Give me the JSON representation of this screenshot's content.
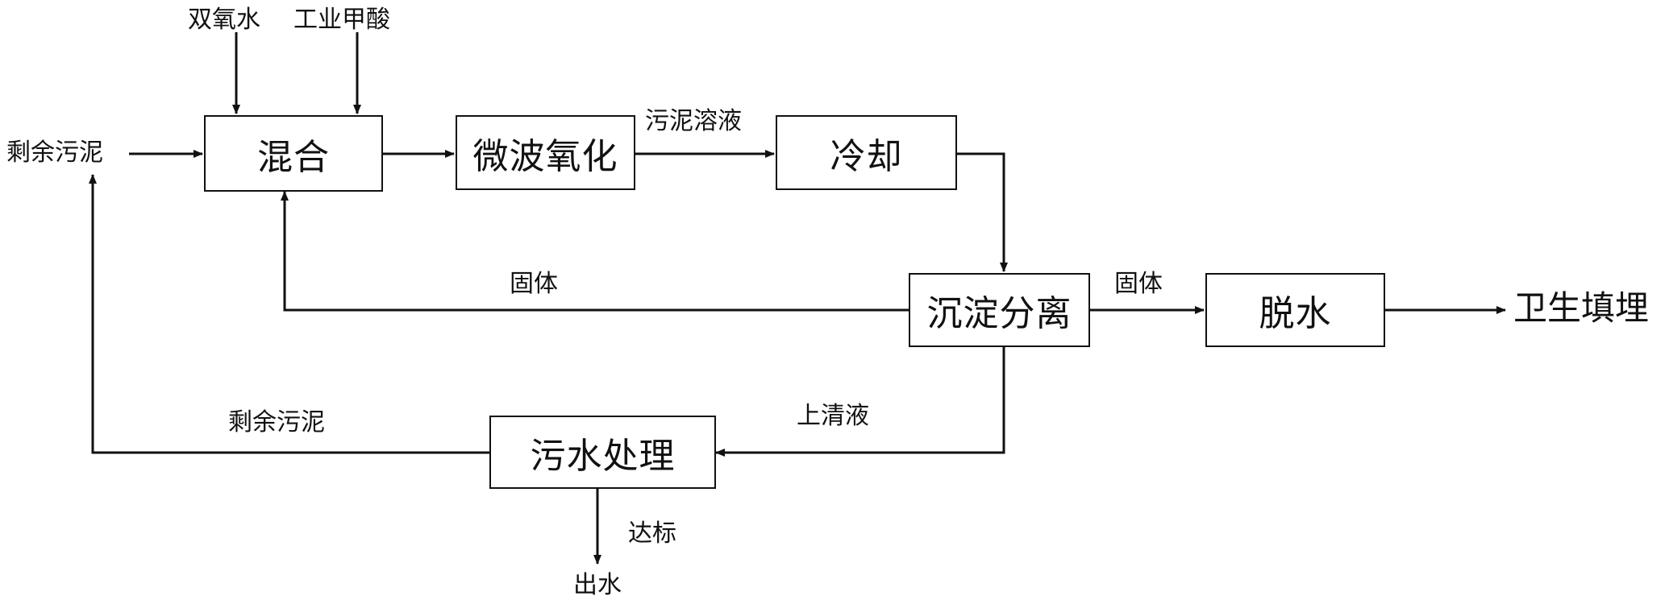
{
  "diagram": {
    "boxes": {
      "mix": "混合",
      "microwave": "微波氧化",
      "cool": "冷却",
      "separate": "沉淀分离",
      "dewater": "脱水",
      "sewage": "污水处理"
    },
    "labels": {
      "h2o2": "双氧水",
      "formic_acid": "工业甲酸",
      "sludge_in": "剩余污泥",
      "sludge_solution": "污泥溶液",
      "solid_return": "固体",
      "solid_out": "固体",
      "supernatant": "上清液",
      "sludge_return": "剩余污泥",
      "meet_standard": "达标",
      "effluent": "出水",
      "landfill": "卫生填埋"
    },
    "colors": {
      "line": "#111111",
      "background": "#ffffff"
    }
  }
}
